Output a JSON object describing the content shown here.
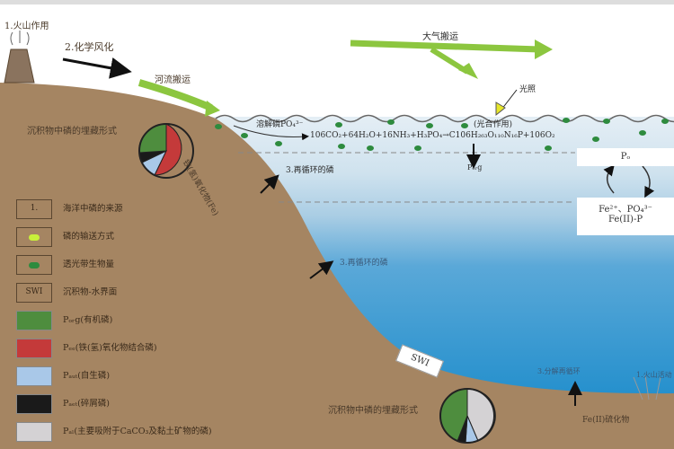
{
  "labels": {
    "volcano": "1.火山作用",
    "weathering": "2.化学风化",
    "river": "河流搬运",
    "atmosphere": "大气搬运",
    "light": "光照",
    "dissolved_p": "溶解磷PO₄³⁻",
    "photosynthesis": "(光合作用)",
    "equation": "106CO₂+64H₂O+16NH₃+H₃PO₄→C106H₂₆₃O₁₁₀N₁₆P+106O₂",
    "p_org": "Pₒᵣg",
    "recycle_1": "3.再循环的磷",
    "recycle_2": "3.再循环的磷",
    "fe_bound": "铁(氢)氧化物(Fe)",
    "burial_1": "沉积物中磷的埋藏形式",
    "burial_2": "沉积物中磷的埋藏形式",
    "swi": "SWI",
    "decomp": "3.分解再循环",
    "volcanic_2": "1.火山活动",
    "fe_sulfide": "Fe(II)硫化物",
    "box_top": "Pₒ",
    "box_bottom_1": "Fe²⁺、PO₄³⁻",
    "box_bottom_2": "Fe(II)-P"
  },
  "legend": [
    {
      "swatch": "1.",
      "label": "海洋中磷的来源"
    },
    {
      "swatch": "",
      "label": "磷的输送方式",
      "icon": "green-arrow-icon"
    },
    {
      "swatch": "",
      "label": "透光带生物量",
      "icon": "plankton-icon"
    },
    {
      "swatch": "SWI",
      "label": "沉积物-水界面"
    },
    {
      "swatch": "",
      "label": "Pₒᵣg(有机磷)",
      "color": "#4e8d3e"
    },
    {
      "swatch": "",
      "label": "Pₑₑ(铁(氢)氧化物结合磷)",
      "color": "#c43a3a"
    },
    {
      "swatch": "",
      "label": "Pₐᵤₜ(自生磷)",
      "color": "#a9c8e8"
    },
    {
      "swatch": "",
      "label": "Pₐₑₜ(碎屑磷)",
      "color": "#1a1a1a"
    },
    {
      "swatch": "",
      "label": "Pₐₗ(主要吸附于CaCO₃及黏土矿物的磷)",
      "color": "#d4d2d4"
    }
  ],
  "colors": {
    "land": "#a58562",
    "water_light": "#d8e8f2",
    "water_mid": "#a8cce4",
    "water_deep": "#1e8ccc",
    "arrow_green": "#8cc63f"
  }
}
